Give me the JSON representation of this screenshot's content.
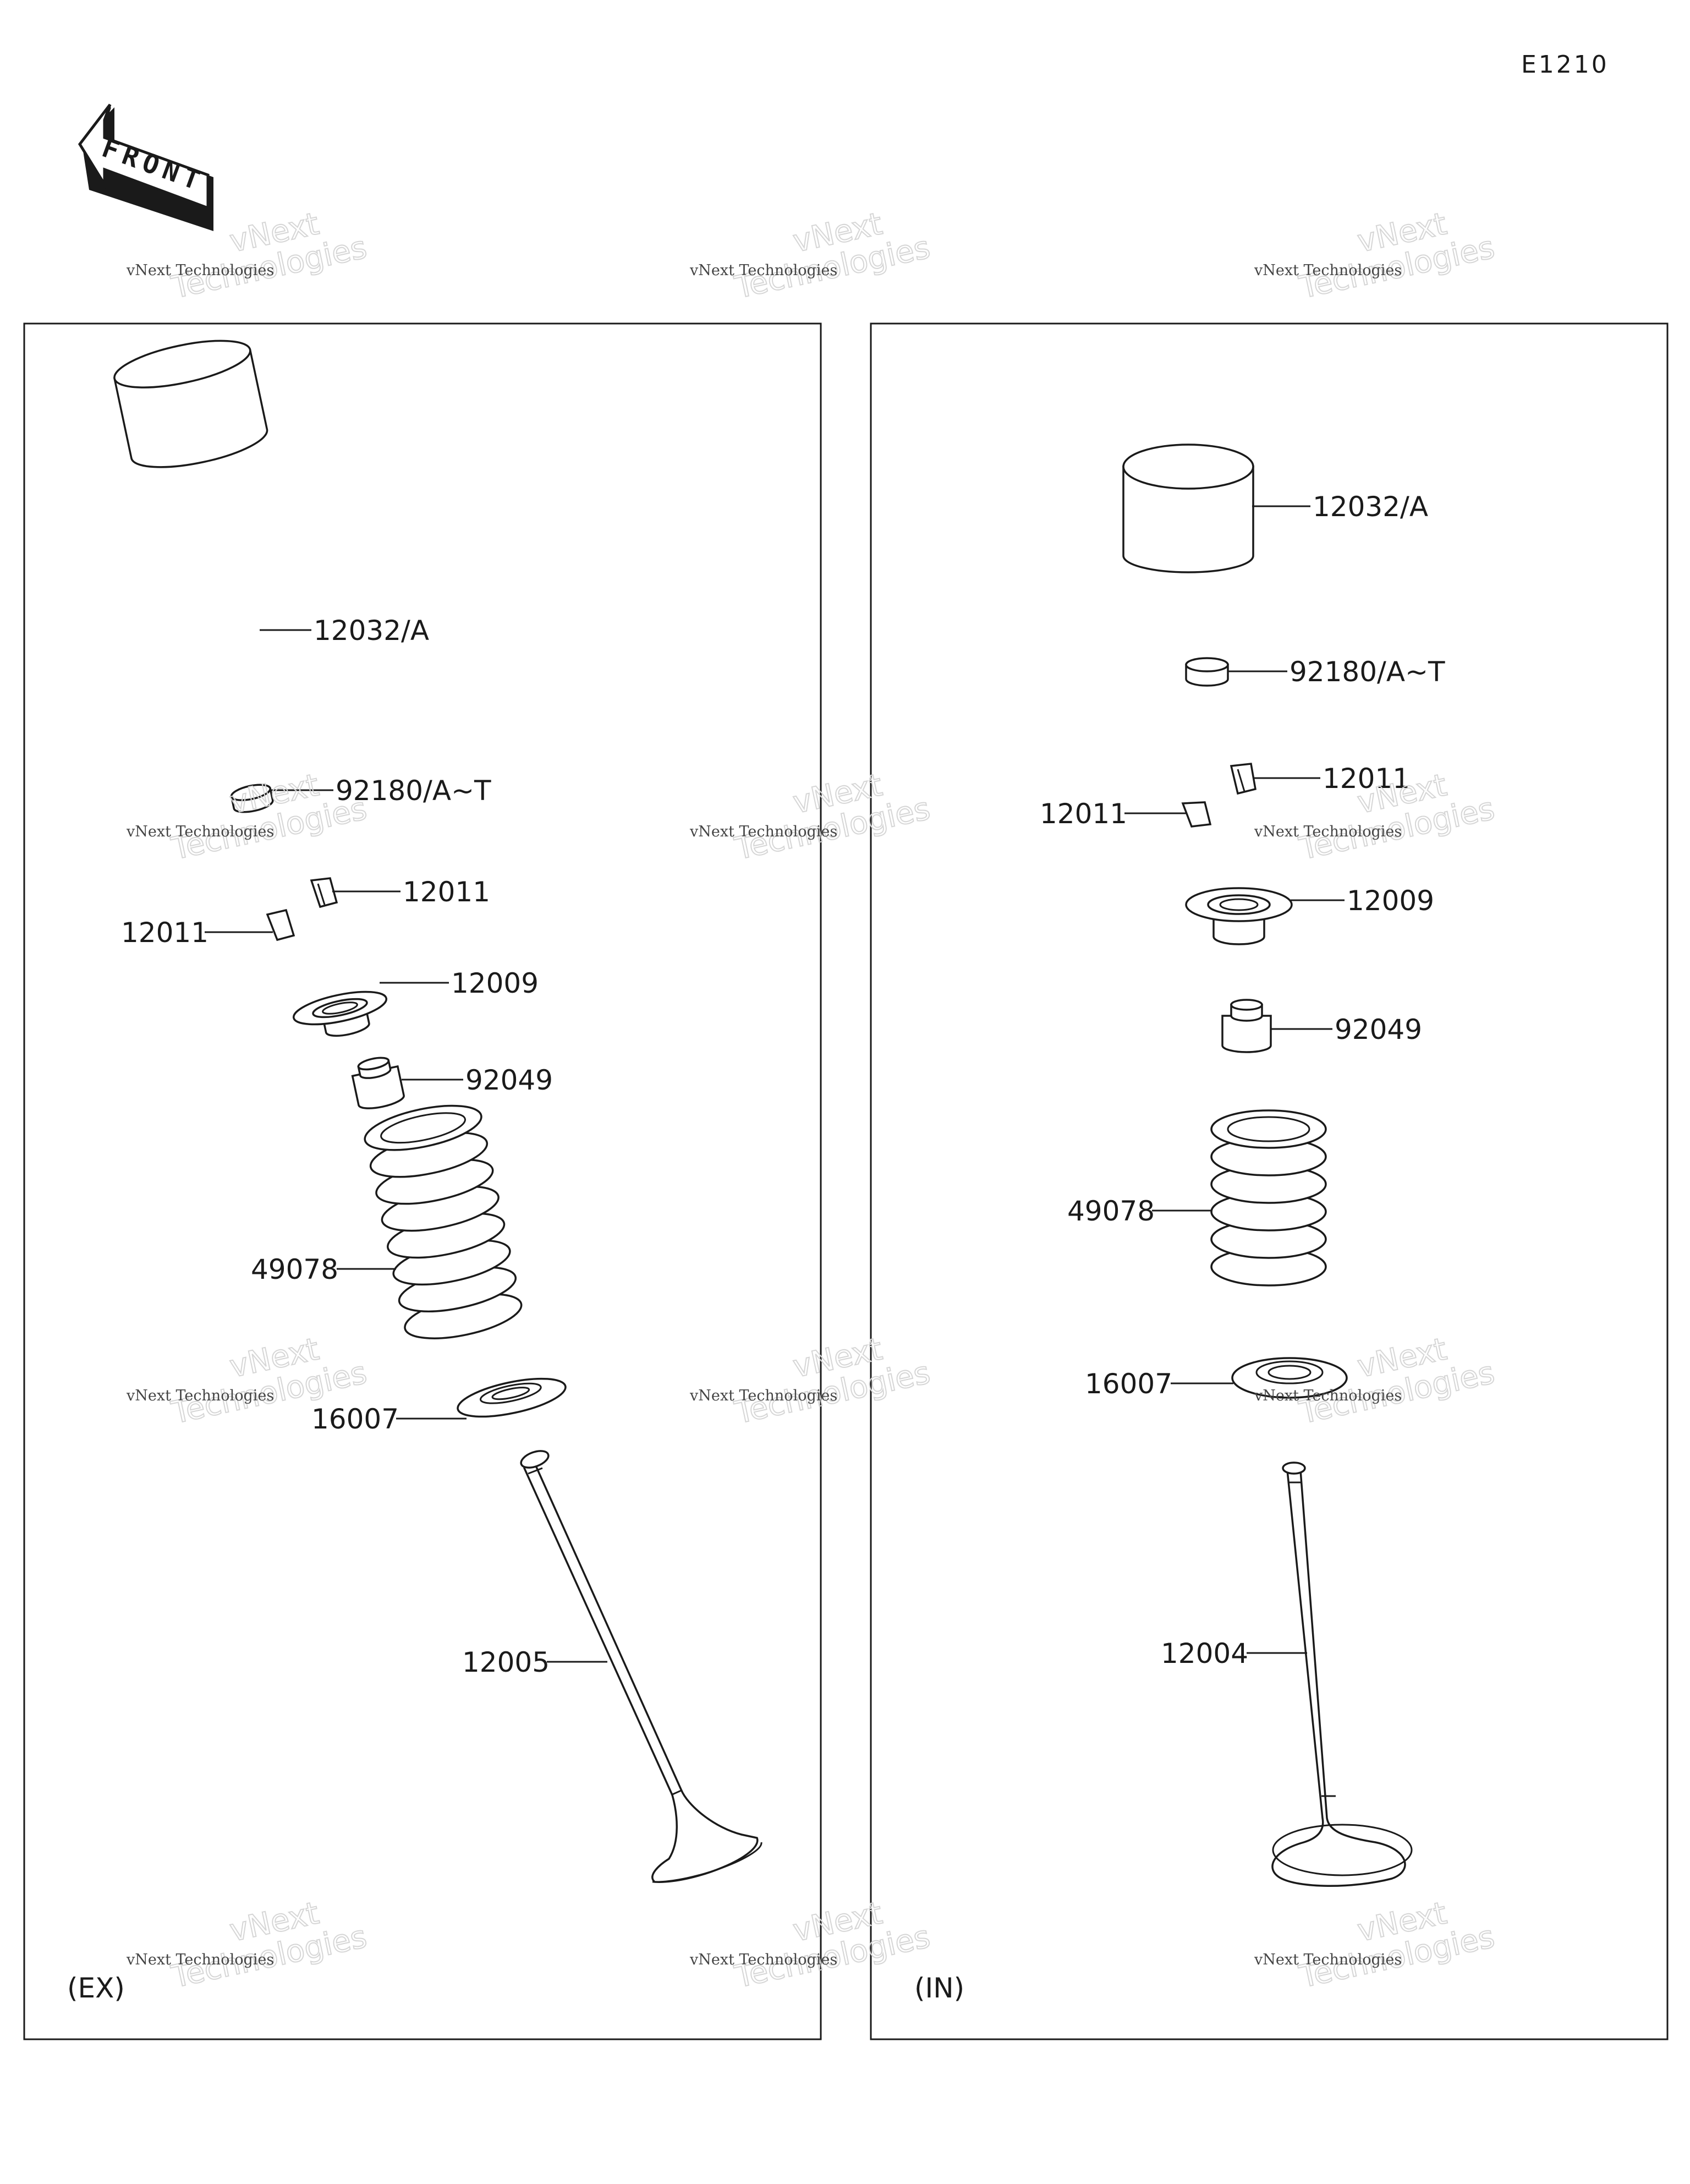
{
  "diagram_code": "E1210",
  "front_arrow_label": "FRONT",
  "watermark": {
    "small": "vNext Technologies",
    "large_1": "vNext",
    "large_2": "Technologies"
  },
  "panels": {
    "exhaust": {
      "caption": "(EX)",
      "parts": {
        "tappet": "12032/A",
        "shim": "92180/A~T",
        "cotter_upper": "12011",
        "cotter_lower": "12011",
        "retainer": "12009",
        "stem_seal": "92049",
        "spring": "49078",
        "spring_seat": "16007",
        "valve": "12005"
      }
    },
    "intake": {
      "caption": "(IN)",
      "parts": {
        "tappet": "12032/A",
        "shim": "92180/A~T",
        "cotter_upper": "12011",
        "cotter_lower": "12011",
        "retainer": "12009",
        "stem_seal": "92049",
        "spring": "49078",
        "spring_seat": "16007",
        "valve": "12004"
      }
    }
  }
}
